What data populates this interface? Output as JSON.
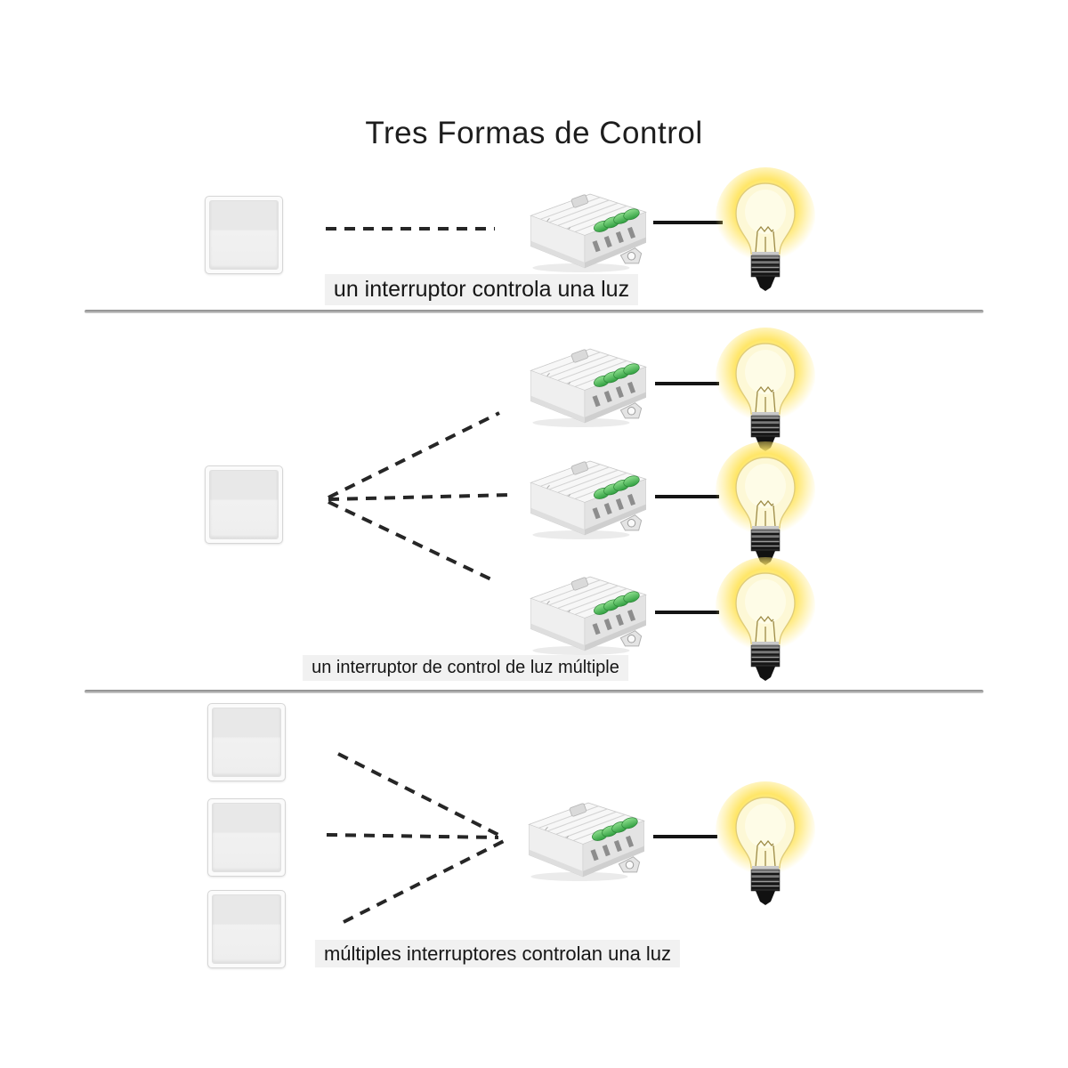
{
  "title": "Tres Formas de Control",
  "sections": [
    {
      "caption": "un interruptor controla una luz",
      "switch_count": 1,
      "receiver_count": 1,
      "light_count": 1
    },
    {
      "caption": "un interruptor de control de luz múltiple",
      "switch_count": 1,
      "receiver_count": 3,
      "light_count": 3
    },
    {
      "caption": "múltiples interruptores controlan una luz",
      "switch_count": 3,
      "receiver_count": 1,
      "light_count": 1
    }
  ],
  "icons": {
    "wall_switch": "blank rounded square rocker switch",
    "relay_module": "white isometric receiver box with green LEDs",
    "light_bulb": "glowing incandescent bulb",
    "wireless_link": "black dashed line",
    "wire_link": "black solid line"
  },
  "colors": {
    "led_green": "#3aa746",
    "bulb_glow": "#ffe76e",
    "line_dark": "#222222",
    "divider_gray": "#9b9b9b",
    "caption_background": "#f1f1f1",
    "background": "#ffffff"
  }
}
